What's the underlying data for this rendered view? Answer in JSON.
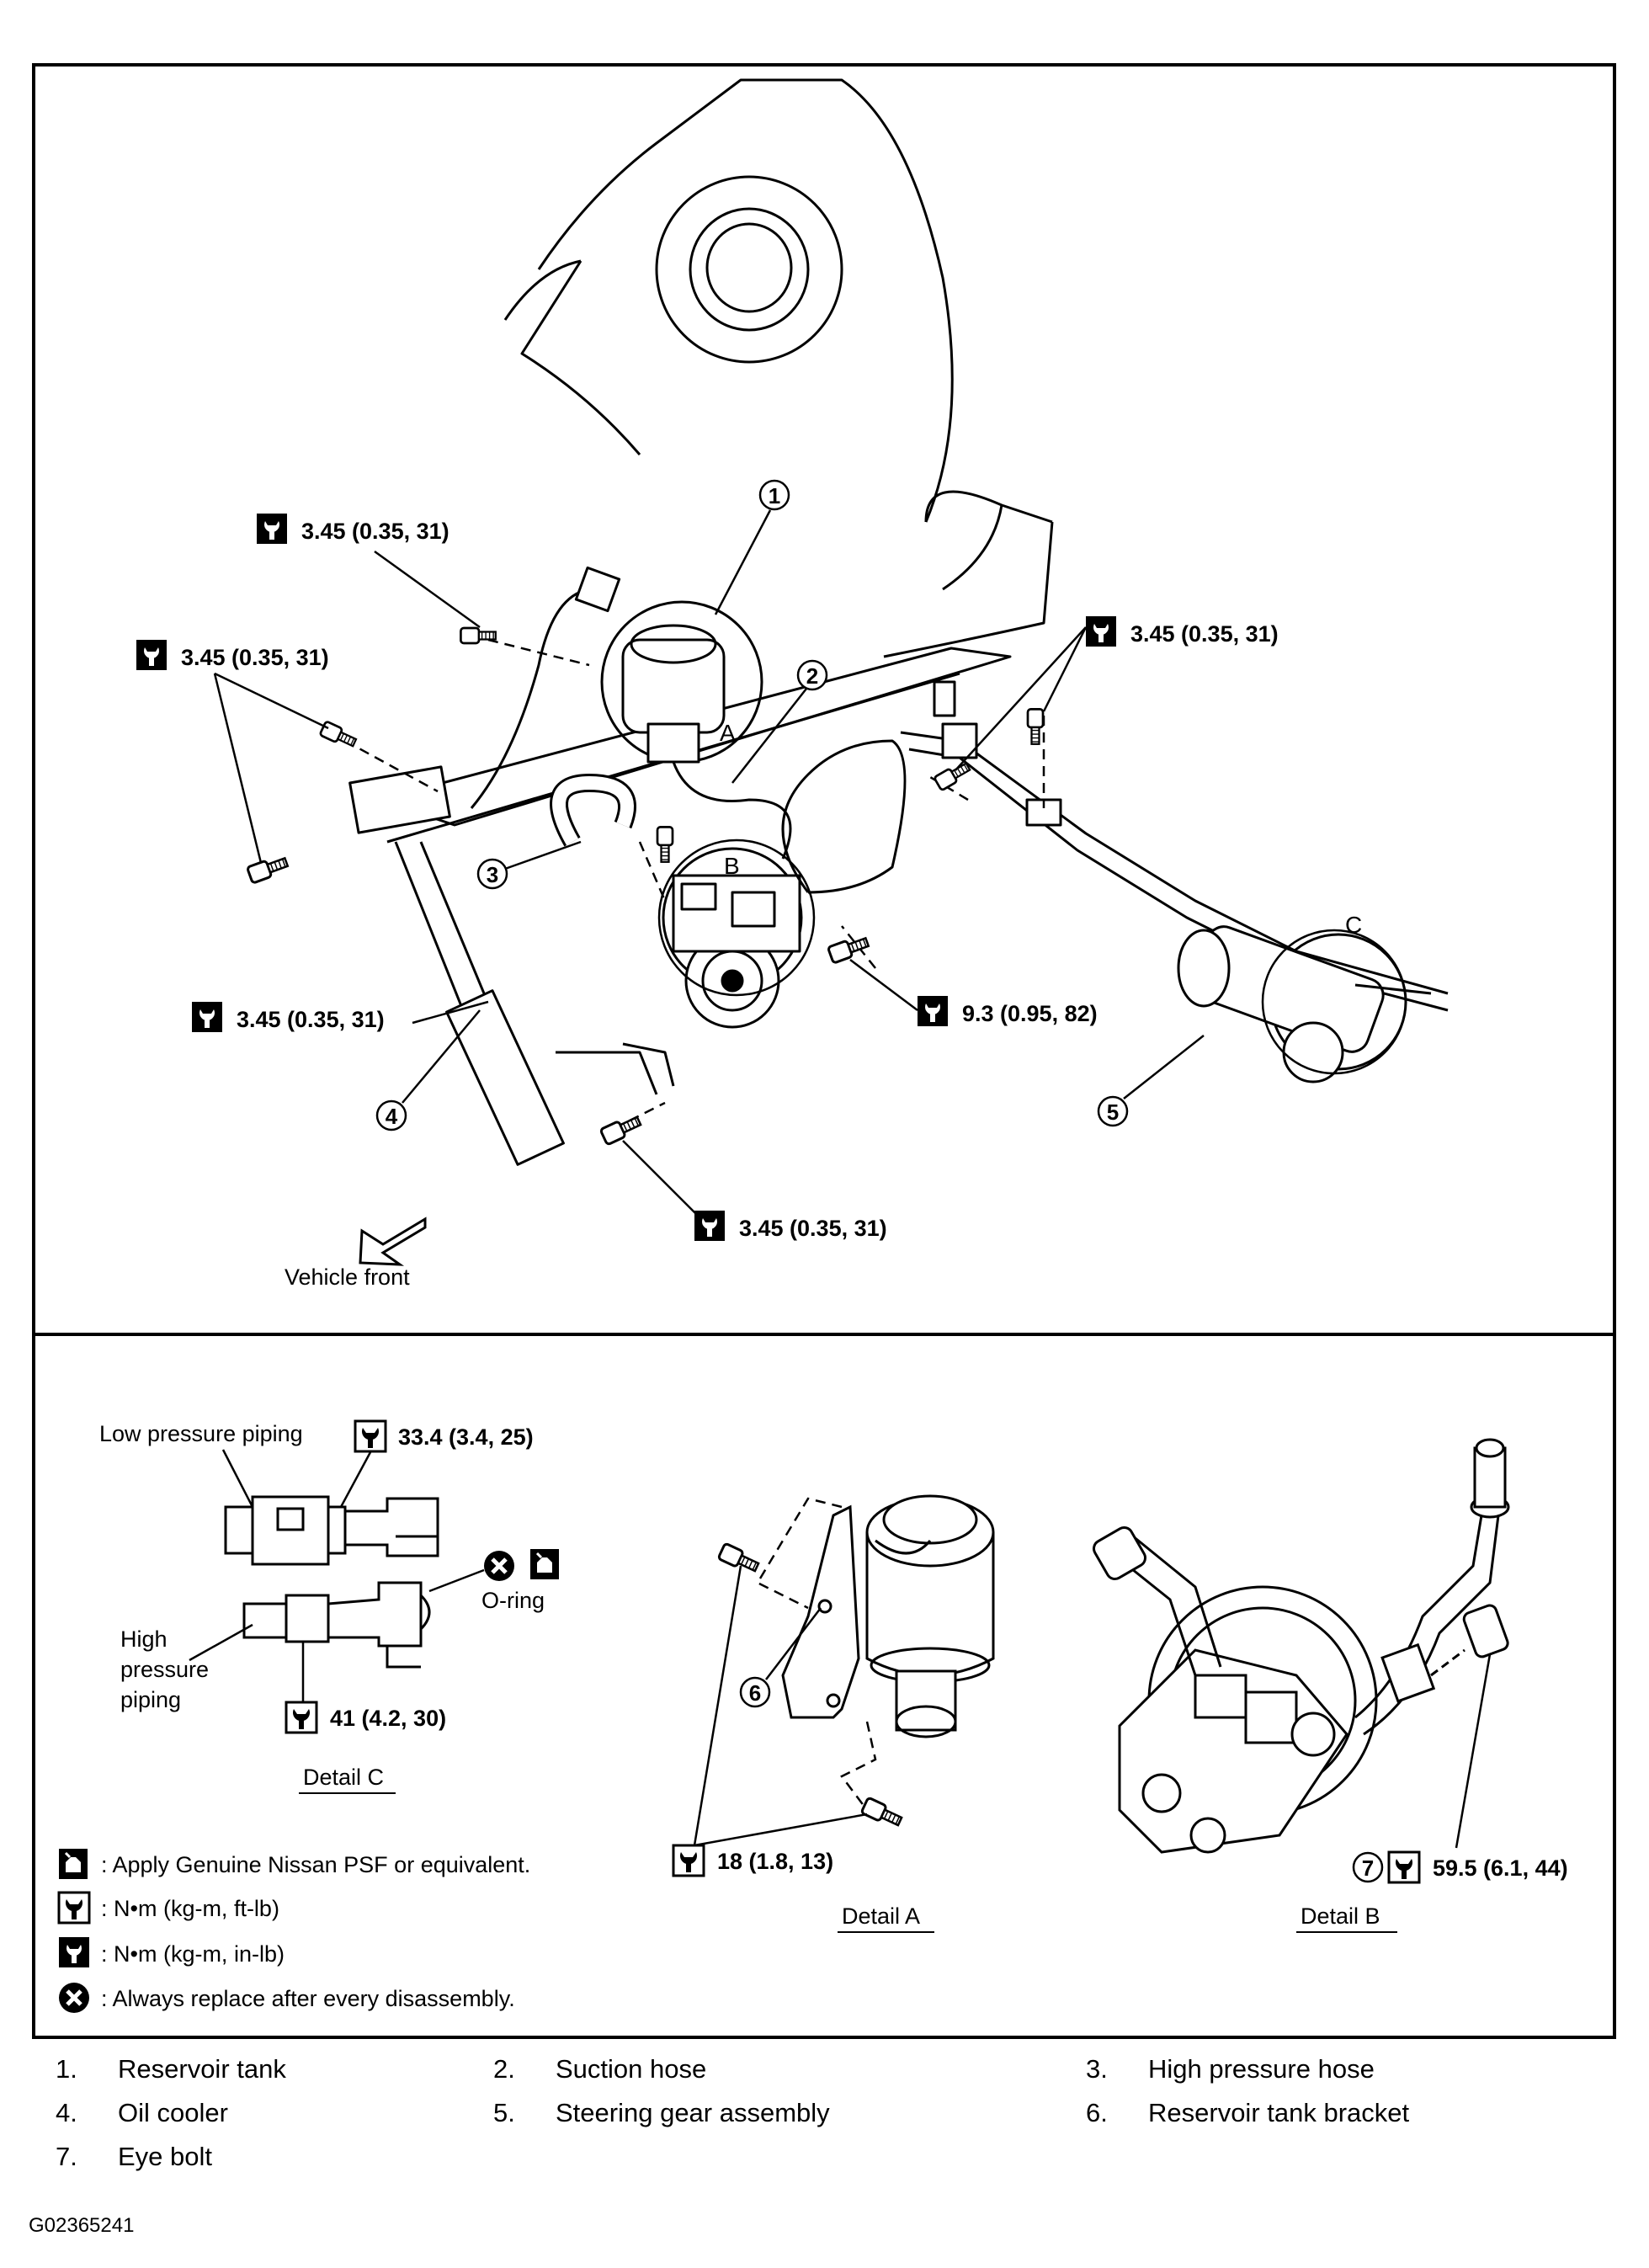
{
  "top": {
    "vehicle_front": "Vehicle front",
    "torques": {
      "t1": "3.45 (0.35, 31)",
      "t2": "3.45 (0.35, 31)",
      "t3": "3.45 (0.35, 31)",
      "t4": "3.45 (0.35, 31)",
      "t5": "3.45 (0.35, 31)",
      "t6": "9.3 (0.95, 82)"
    },
    "callouts": [
      "1",
      "2",
      "3",
      "4",
      "5"
    ],
    "detail_markers": [
      "A",
      "B",
      "C"
    ]
  },
  "detail_c": {
    "low_pressure": "Low pressure piping",
    "high_pressure_1": "High",
    "high_pressure_2": "pressure",
    "high_pressure_3": "piping",
    "torque_low": "33.4 (3.4, 25)",
    "torque_high": "41 (4.2, 30)",
    "oring": "O-ring",
    "title": "Detail C"
  },
  "detail_a": {
    "callout": "6",
    "torque": "18 (1.8, 13)",
    "title": "Detail A"
  },
  "detail_b": {
    "callout": "7",
    "torque": "59.5 (6.1, 44)",
    "title": "Detail B"
  },
  "symbols": [
    {
      "text": ": Apply Genuine Nissan PSF or equivalent."
    },
    {
      "text": ": N•m (kg-m, ft-lb)"
    },
    {
      "text": ": N•m (kg-m, in-lb)"
    },
    {
      "text": ": Always replace after every disassembly."
    }
  ],
  "legend": [
    {
      "num": "1.",
      "label": "Reservoir tank"
    },
    {
      "num": "2.",
      "label": "Suction hose"
    },
    {
      "num": "3.",
      "label": "High pressure hose"
    },
    {
      "num": "4.",
      "label": "Oil cooler"
    },
    {
      "num": "5.",
      "label": "Steering gear assembly"
    },
    {
      "num": "6.",
      "label": "Reservoir tank bracket"
    },
    {
      "num": "7.",
      "label": "Eye bolt"
    }
  ],
  "figure_id": "G02365241"
}
